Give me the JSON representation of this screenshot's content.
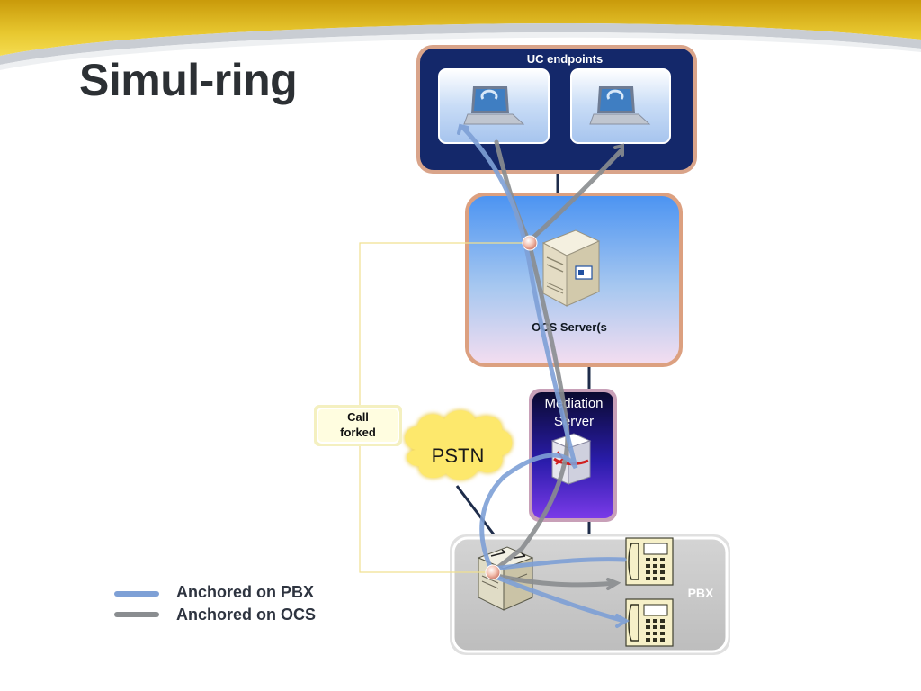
{
  "slide": {
    "title": "Simul-ring"
  },
  "diagram": {
    "uc_endpoints_label": "UC endpoints",
    "ocs_server_label": "OCS Server(s",
    "mediation_label_line1": "Mediation",
    "mediation_label_line2": "Server",
    "pstn_label": "PSTN",
    "call_forked_line1": "Call",
    "call_forked_line2": "forked",
    "pbx_label": "PBX"
  },
  "legend": {
    "items": [
      {
        "label": "Anchored on PBX",
        "color": "#7ea0d6"
      },
      {
        "label": "Anchored  on OCS",
        "color": "#8a8d90"
      }
    ]
  },
  "colors": {
    "banner_yellow": "#d8b520",
    "uc_box": "#14286a",
    "ocs_box_top": "#5aa0f0",
    "mediation_box": "#3a20c8",
    "pbx_box": "#c8c8c8",
    "path_pbx": "#7ea0d6",
    "path_ocs": "#8a8d90"
  },
  "icons": [
    "laptop-icon",
    "laptop-icon",
    "server-icon",
    "mediation-server-icon",
    "pbx-switch-icon",
    "desk-phone-icon",
    "desk-phone-icon"
  ]
}
